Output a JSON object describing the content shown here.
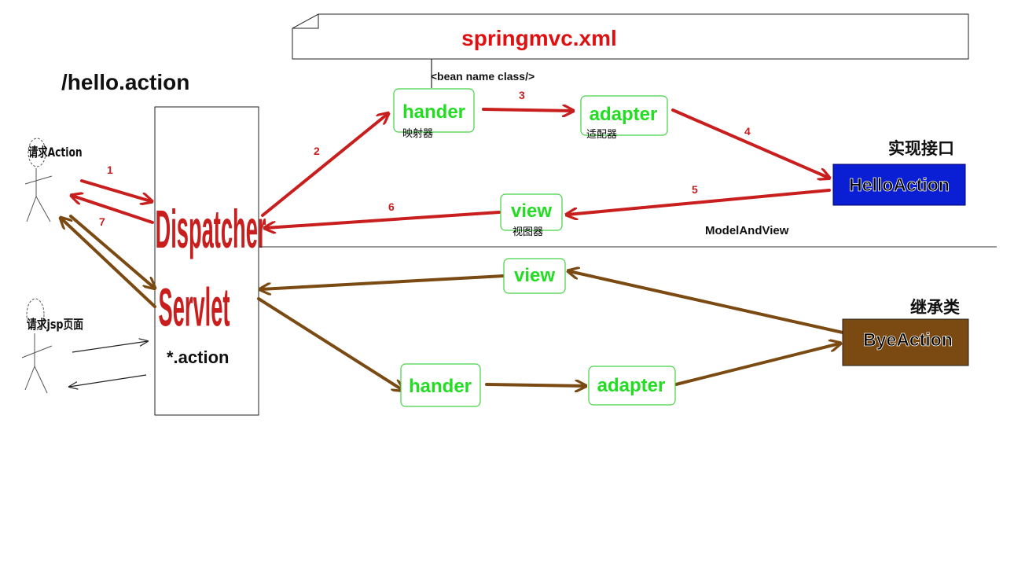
{
  "config_file": {
    "title": "springmvc.xml",
    "caption": "<bean name class/>"
  },
  "request_path": "/hello.action",
  "dispatcher": {
    "line1": "Dispatcher",
    "line2": "Servlet",
    "pattern": "*.action"
  },
  "actors": [
    {
      "label": "请求Action"
    },
    {
      "label": "请求jsp页面"
    }
  ],
  "top_flow": {
    "hander": {
      "label": "hander",
      "sublabel": "映射器"
    },
    "adapter": {
      "label": "adapter",
      "sublabel": "适配器"
    },
    "view": {
      "label": "view",
      "sublabel": "视图器"
    },
    "action": {
      "label": "HelloAction",
      "heading": "实现接口",
      "color": "#0a1ed4"
    },
    "return_label": "ModelAndView",
    "steps": [
      "1",
      "2",
      "3",
      "4",
      "5",
      "6",
      "7"
    ],
    "arrow_color": "#c81e1e"
  },
  "bottom_flow": {
    "hander": {
      "label": "hander"
    },
    "adapter": {
      "label": "adapter"
    },
    "view": {
      "label": "view"
    },
    "action": {
      "label": "ByeAction",
      "heading": "继承类",
      "color": "#7a4a12"
    },
    "arrow_color": "#7a4a12"
  }
}
